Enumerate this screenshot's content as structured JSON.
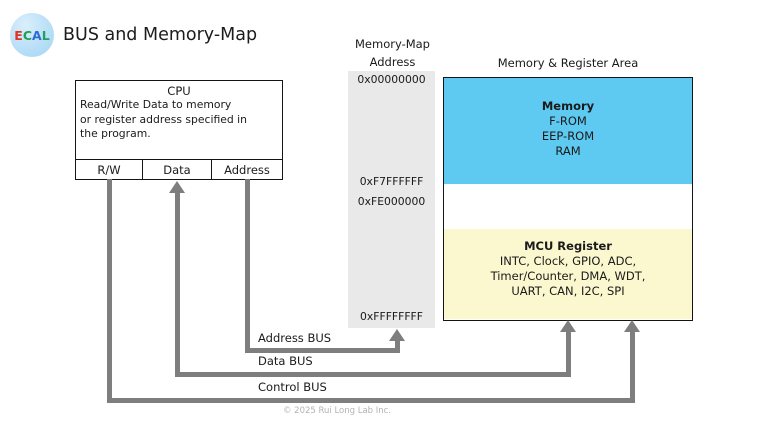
{
  "header": {
    "logo": {
      "letters": [
        {
          "char": "E"
        },
        {
          "char": "C"
        },
        {
          "char": "A"
        },
        {
          "char": "L"
        }
      ]
    },
    "title": "BUS and Memory-Map"
  },
  "cpu": {
    "title": "CPU",
    "description_lines": [
      "Read/Write Data to memory",
      "or register address specified in",
      "the program."
    ],
    "ports": [
      {
        "label": "R/W"
      },
      {
        "label": "Data"
      },
      {
        "label": "Address"
      }
    ]
  },
  "memory_map": {
    "heading_line1": "Memory-Map",
    "heading_line2": "Address",
    "addresses": [
      "0x00000000",
      "0xF7FFFFFF",
      "0xFE000000",
      "0xFFFFFFFF"
    ]
  },
  "memory_area": {
    "heading": "Memory & Register Area",
    "memory_section": {
      "title": "Memory",
      "items": [
        "F-ROM",
        "EEP-ROM",
        "RAM"
      ]
    },
    "register_section": {
      "title": "MCU Register",
      "lines": [
        "INTC, Clock, GPIO, ADC,",
        "Timer/Counter, DMA, WDT,",
        "UART, CAN, I2C, SPI"
      ]
    }
  },
  "buses": {
    "address_label": "Address BUS",
    "data_label": "Data BUS",
    "control_label": "Control BUS"
  },
  "footer": {
    "copyright": "© 2025 Rui Long Lab Inc."
  },
  "colors": {
    "memory_fill": "#5ec9f1",
    "register_fill": "#fbf8d0",
    "map_column_fill": "#e9e9e9",
    "bus_line": "#7e7e7e",
    "logo_letter_colors": [
      "#e03226",
      "#1ba24b",
      "#2a6bd6",
      "#22a05a"
    ]
  }
}
